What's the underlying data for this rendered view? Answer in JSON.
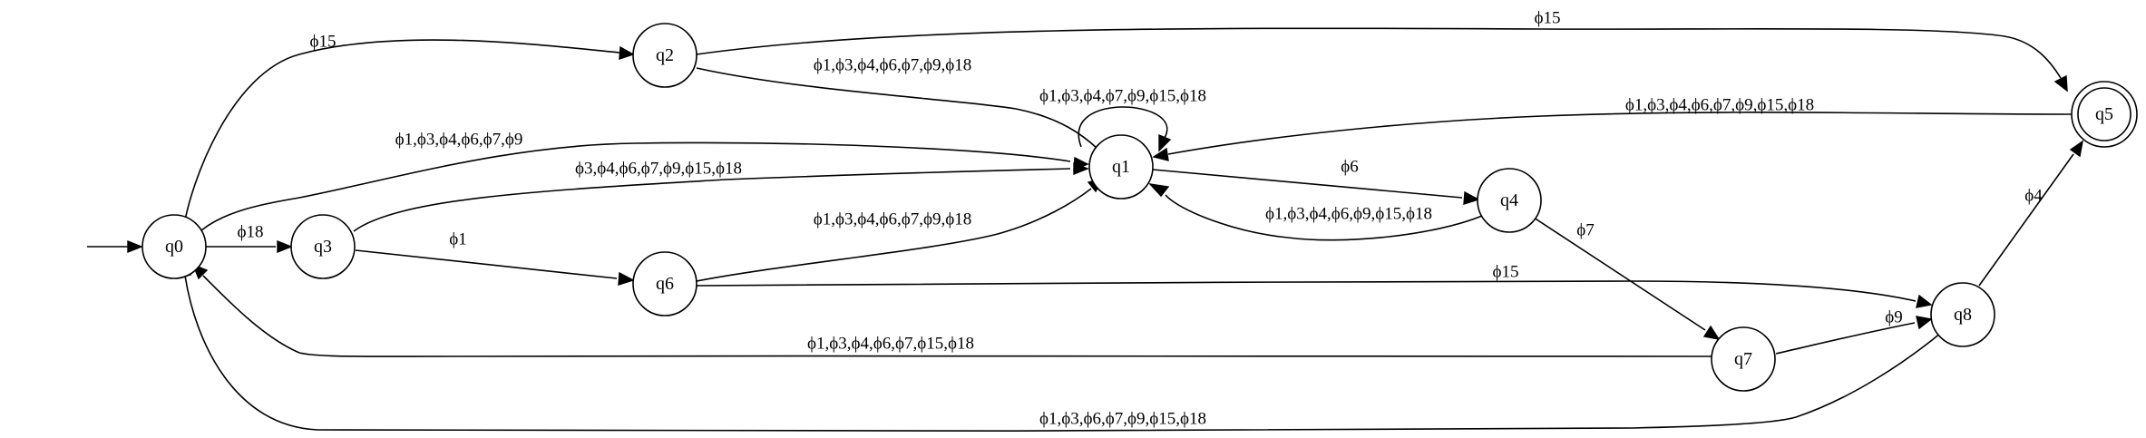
{
  "diagram": {
    "type": "finite-state-automaton",
    "initial_state": "q0",
    "accepting_states": [
      "q5"
    ],
    "nodes": [
      {
        "id": "q0",
        "label": "q0",
        "accepting": false
      },
      {
        "id": "q1",
        "label": "q1",
        "accepting": false
      },
      {
        "id": "q2",
        "label": "q2",
        "accepting": false
      },
      {
        "id": "q3",
        "label": "q3",
        "accepting": false
      },
      {
        "id": "q4",
        "label": "q4",
        "accepting": false
      },
      {
        "id": "q5",
        "label": "q5",
        "accepting": true
      },
      {
        "id": "q6",
        "label": "q6",
        "accepting": false
      },
      {
        "id": "q7",
        "label": "q7",
        "accepting": false
      },
      {
        "id": "q8",
        "label": "q8",
        "accepting": false
      }
    ],
    "edges": [
      {
        "id": "e-q0-q2",
        "from": "q0",
        "to": "q2",
        "label": "ϕ15"
      },
      {
        "id": "e-q0-q1",
        "from": "q0",
        "to": "q1",
        "label": "ϕ1,ϕ3,ϕ4,ϕ6,ϕ7,ϕ9"
      },
      {
        "id": "e-q0-q3",
        "from": "q0",
        "to": "q3",
        "label": "ϕ18"
      },
      {
        "id": "e-q2-q5",
        "from": "q2",
        "to": "q5",
        "label": "ϕ15"
      },
      {
        "id": "e-q2-q1",
        "from": "q2",
        "to": "q1",
        "label": "ϕ1,ϕ3,ϕ4,ϕ6,ϕ7,ϕ9,ϕ18"
      },
      {
        "id": "e-q3-q1",
        "from": "q3",
        "to": "q1",
        "label": "ϕ3,ϕ4,ϕ6,ϕ7,ϕ9,ϕ15,ϕ18"
      },
      {
        "id": "e-q3-q6",
        "from": "q3",
        "to": "q6",
        "label": "ϕ1"
      },
      {
        "id": "e-q6-q1",
        "from": "q6",
        "to": "q1",
        "label": "ϕ1,ϕ3,ϕ4,ϕ6,ϕ7,ϕ9,ϕ18"
      },
      {
        "id": "e-q6-q8",
        "from": "q6",
        "to": "q8",
        "label": "ϕ15"
      },
      {
        "id": "e-q1-q1",
        "from": "q1",
        "to": "q1",
        "label": "ϕ1,ϕ3,ϕ4,ϕ7,ϕ9,ϕ15,ϕ18"
      },
      {
        "id": "e-q1-q4",
        "from": "q1",
        "to": "q4",
        "label": "ϕ6"
      },
      {
        "id": "e-q4-q1",
        "from": "q4",
        "to": "q1",
        "label": "ϕ1,ϕ3,ϕ4,ϕ6,ϕ9,ϕ15,ϕ18"
      },
      {
        "id": "e-q4-q7",
        "from": "q4",
        "to": "q7",
        "label": "ϕ7"
      },
      {
        "id": "e-q5-q1",
        "from": "q5",
        "to": "q1",
        "label": "ϕ1,ϕ3,ϕ4,ϕ6,ϕ7,ϕ9,ϕ15,ϕ18"
      },
      {
        "id": "e-q7-q8",
        "from": "q7",
        "to": "q8",
        "label": "ϕ9"
      },
      {
        "id": "e-q7-q0",
        "from": "q7",
        "to": "q0",
        "label": "ϕ1,ϕ3,ϕ4,ϕ6,ϕ7,ϕ15,ϕ18"
      },
      {
        "id": "e-q8-q5",
        "from": "q8",
        "to": "q5",
        "label": "ϕ4"
      },
      {
        "id": "e-q8-q0",
        "from": "q8",
        "to": "q0",
        "label": "ϕ1,ϕ3,ϕ6,ϕ7,ϕ9,ϕ15,ϕ18"
      }
    ]
  }
}
